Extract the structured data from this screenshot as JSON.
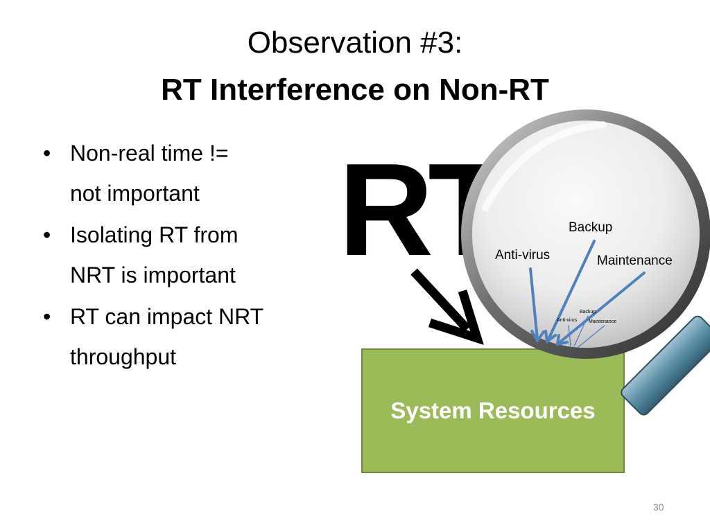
{
  "slide": {
    "title_line1": "Observation #3:",
    "title_line2": "RT Interference on Non-RT",
    "bullets": [
      {
        "line1": "Non-real time !=",
        "line2": "not important"
      },
      {
        "line1": "Isolating RT from",
        "line2": "NRT is important"
      },
      {
        "line1": "RT can impact NRT",
        "line2": "throughput"
      }
    ],
    "bullet_glyph": "•",
    "page_number": "30"
  },
  "diagram": {
    "rt_label": "RT",
    "box_label": "System Resources",
    "magnified_labels": {
      "backup": "Backup",
      "antivirus": "Anti-virus",
      "maintenance": "Maintenance"
    },
    "small_labels": {
      "backup": "Backup",
      "antivirus": "Anti-virus",
      "maintenance": "Maintenance"
    },
    "colors": {
      "box_fill": "#9bbb59",
      "box_border": "#71893f",
      "arrow_blue": "#4f81bd",
      "lens_rim": "#555555",
      "handle": "#4b7a8f"
    },
    "icons": [
      "magnifying-glass-icon",
      "arrow-icon"
    ]
  }
}
